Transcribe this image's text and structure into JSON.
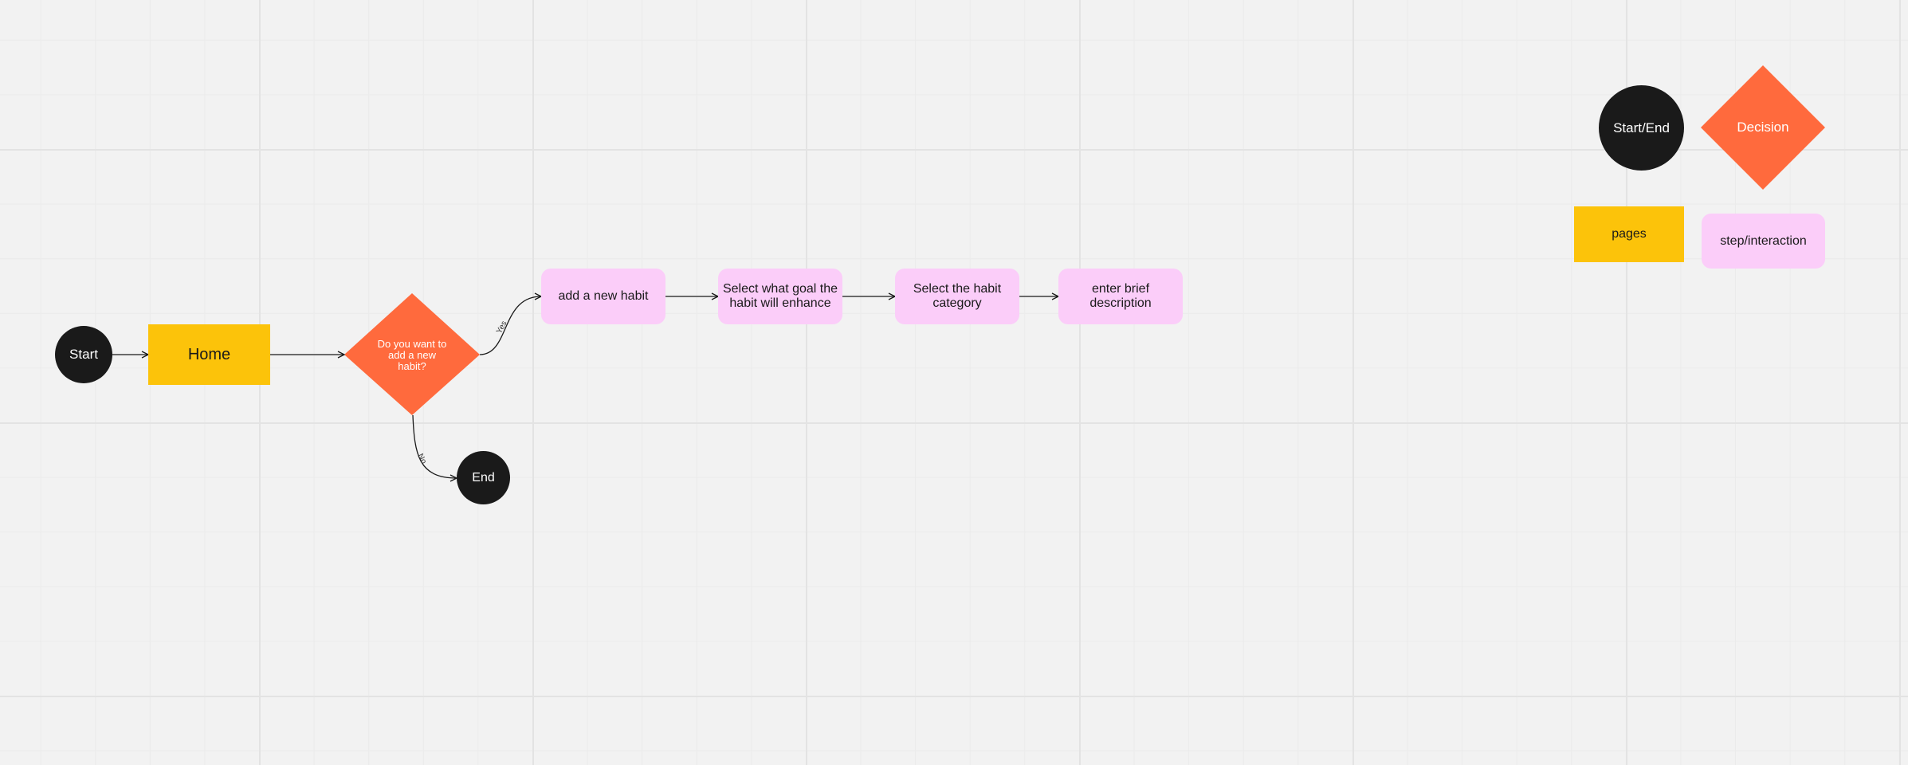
{
  "flow": {
    "start": "Start",
    "home": "Home",
    "decision": "Do you want to add a new habit?",
    "yes_label": "Yes",
    "no_label": "No",
    "end": "End",
    "steps": [
      "add a new habit",
      "Select what goal the habit will enhance",
      "Select the habit category",
      "enter brief description"
    ]
  },
  "legend": {
    "start_end": "Start/End",
    "decision": "Decision",
    "pages": "pages",
    "step": "step/interaction"
  },
  "colors": {
    "terminal": "#1a1a1a",
    "decision": "#ff6a3d",
    "page": "#fcc30a",
    "step": "#fbcdf9",
    "connector": "#1a1a1a",
    "background": "#f2f2f2"
  }
}
